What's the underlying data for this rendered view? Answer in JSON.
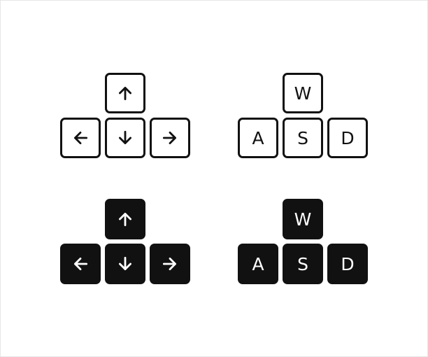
{
  "colors": {
    "background": "#ffffff",
    "key_dark": "#111111",
    "key_light": "#ffffff"
  },
  "outline_set": {
    "arrows": {
      "up": "arrow-up-icon",
      "left": "arrow-left-icon",
      "down": "arrow-down-icon",
      "right": "arrow-right-icon"
    },
    "wasd": {
      "w": "W",
      "a": "A",
      "s": "S",
      "d": "D"
    }
  },
  "solid_set": {
    "arrows": {
      "up": "arrow-up-icon",
      "left": "arrow-left-icon",
      "down": "arrow-down-icon",
      "right": "arrow-right-icon"
    },
    "wasd": {
      "w": "W",
      "a": "A",
      "s": "S",
      "d": "D"
    }
  }
}
